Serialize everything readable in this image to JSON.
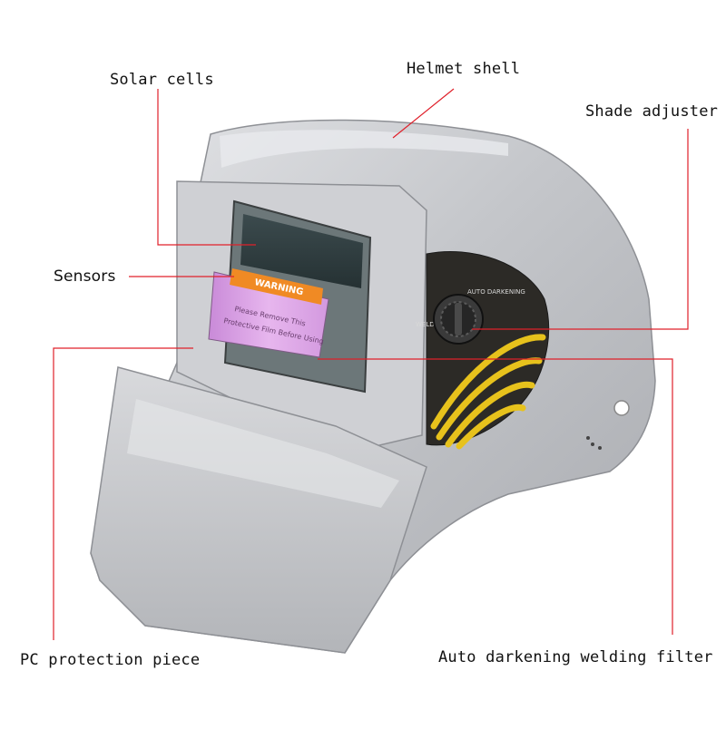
{
  "labels": {
    "solar_cells": "Solar cells",
    "helmet_shell": "Helmet shell",
    "shade_adjuster": "Shade adjuster",
    "sensors": "Sensors",
    "pc_protection_piece": "PC protection piece",
    "auto_darkening_filter": "Auto darkening welding filter"
  },
  "helmet": {
    "warning_label": "WARNING",
    "film_note_line1": "Please Remove This",
    "film_note_line2": "Protective Film Before Using",
    "panel_text_top": "AUTO DARKENING",
    "panel_text_side": "WELDING"
  },
  "colors": {
    "leader_line": "#e0202a",
    "shell": "#c6c8cc",
    "panel": "#2a2a2a",
    "stripes": "#e7c21c",
    "lens": "#d79be0",
    "warning": "#f08a24"
  }
}
